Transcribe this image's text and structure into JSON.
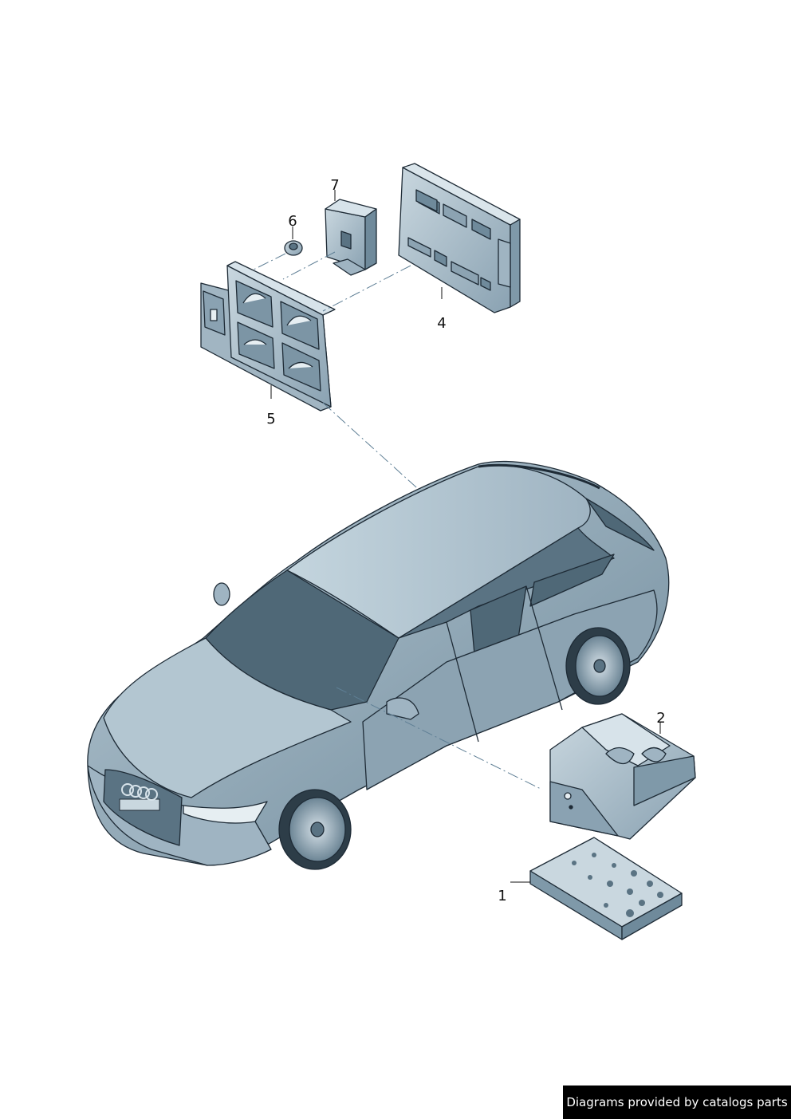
{
  "callouts": {
    "p1": "1",
    "p2": "2",
    "p4": "4",
    "p5": "5",
    "p6": "6",
    "p7": "7"
  },
  "footer": {
    "credit": "Diagrams provided by catalogs parts"
  },
  "colors": {
    "part_fill": "#a9bcc8",
    "part_shadow": "#7f99a9",
    "car_body": "#8ea7b7",
    "car_roof": "#b8cad5",
    "glass": "#4f6877",
    "outline": "#1e2b36",
    "credit_background": "#000000",
    "credit_text": "#ffffff"
  }
}
